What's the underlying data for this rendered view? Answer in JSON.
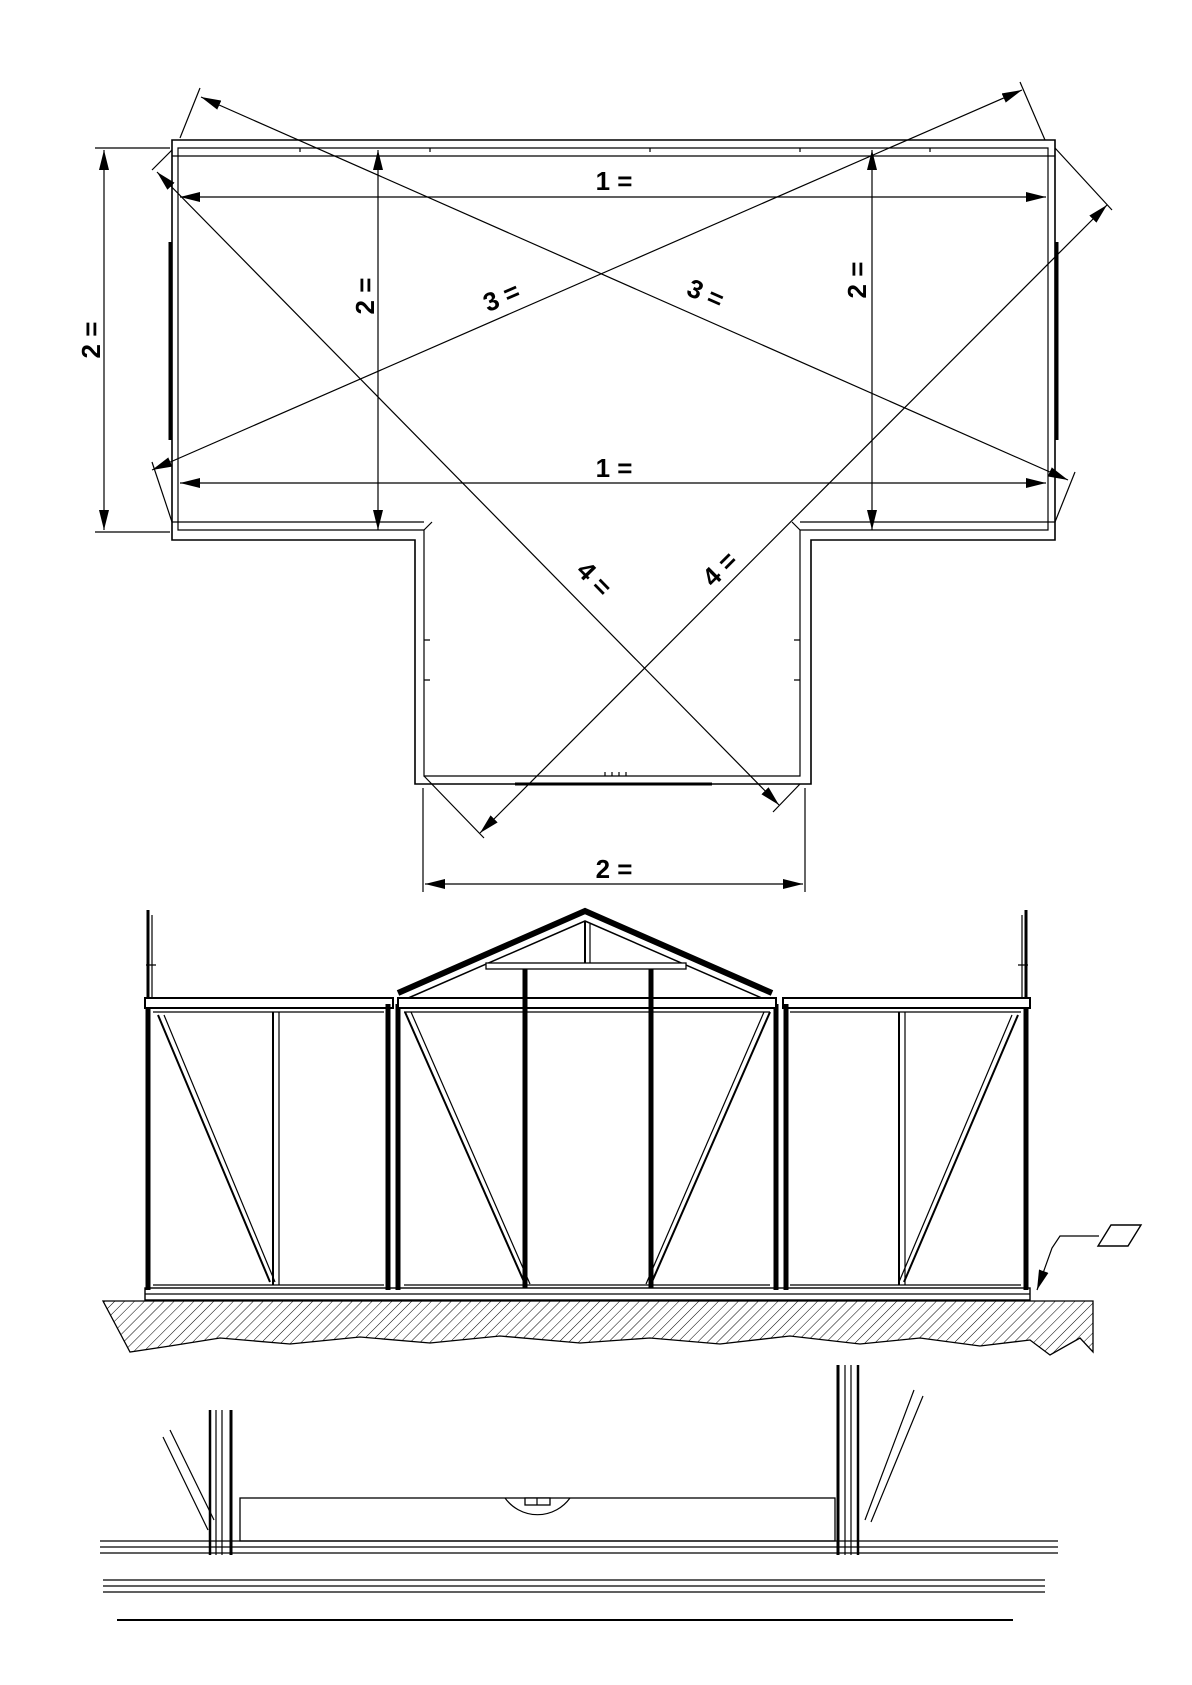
{
  "plan_view": {
    "dimension_labels": {
      "one_top": "1 =",
      "one_bottom": "1 =",
      "two_left_outer": "2 =",
      "two_left_inner": "2 =",
      "two_right_inner": "2 =",
      "two_bottom": "2 =",
      "three_left": "3 =",
      "three_right": "3 =",
      "four_left": "4 =",
      "four_right": "4 ="
    }
  },
  "elevation_view": {},
  "detail_view": {}
}
